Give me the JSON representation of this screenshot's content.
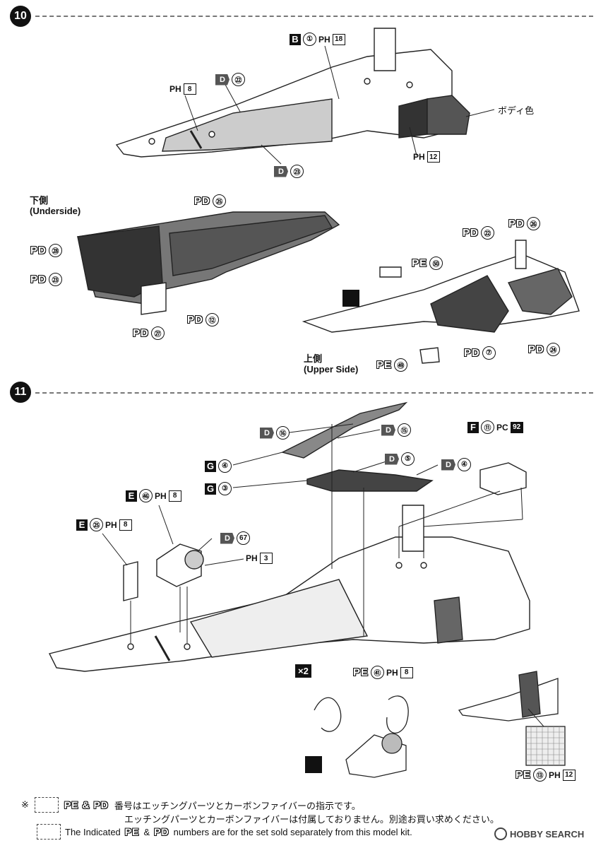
{
  "steps": {
    "step10": {
      "number": "10",
      "labels": {
        "b1": {
          "letter": "B",
          "part": "①",
          "ph": "PH",
          "ph_num": "18"
        },
        "ph8": {
          "ph": "PH",
          "num": "8"
        },
        "d22": {
          "letter": "D",
          "part": "㉒"
        },
        "d23": {
          "letter": "D",
          "part": "㉓"
        },
        "ph12": {
          "ph": "PH",
          "num": "12"
        },
        "body_color": "ボディ色"
      },
      "panel": {
        "underside_jp": "下側",
        "underside_en": "(Underside)",
        "upperside_jp": "上側",
        "upperside_en": "(Upper Side)",
        "pd25": {
          "code": "PD",
          "num": "㉕"
        },
        "pd28": {
          "code": "PD",
          "num": "㉘"
        },
        "pd23": {
          "code": "PD",
          "num": "㉓"
        },
        "pd12": {
          "code": "PD",
          "num": "⑫"
        },
        "pd27": {
          "code": "PD",
          "num": "㉗"
        },
        "pd22": {
          "code": "PD",
          "num": "㉒"
        },
        "pd26": {
          "code": "PD",
          "num": "㉖"
        },
        "pe50": {
          "code": "PE",
          "num": "㊿"
        },
        "pd7": {
          "code": "PD",
          "num": "⑦"
        },
        "pd24": {
          "code": "PD",
          "num": "㉔"
        },
        "pe49": {
          "code": "PE",
          "num": "㊾"
        }
      }
    },
    "step11": {
      "number": "11",
      "labels": {
        "d16": {
          "letter": "D",
          "part": "⑯"
        },
        "d15": {
          "letter": "D",
          "part": "⑮"
        },
        "f11": {
          "letter": "F",
          "part": "⑪",
          "pc": "PC",
          "pc_num": "92"
        },
        "g4": {
          "letter": "G",
          "part": "④"
        },
        "d5": {
          "letter": "D",
          "part": "⑤"
        },
        "d4": {
          "letter": "D",
          "part": "④"
        },
        "g3": {
          "letter": "G",
          "part": "③"
        },
        "e46": {
          "letter": "E",
          "part": "㊻",
          "ph": "PH",
          "ph_num": "8"
        },
        "e25": {
          "letter": "E",
          "part": "㉕",
          "ph": "PH",
          "ph_num": "8"
        },
        "d67": {
          "letter": "D",
          "part": "67"
        },
        "ph3": {
          "ph": "PH",
          "num": "3"
        }
      },
      "inset_left": {
        "multiplier": "×2",
        "pe41": {
          "code": "PE",
          "num": "㊶",
          "ph": "PH",
          "ph_num": "8"
        }
      },
      "inset_right": {
        "pe13": {
          "code": "PE",
          "num": "⑬",
          "ph": "PH",
          "ph_num": "12"
        }
      }
    }
  },
  "footer": {
    "asterisk": "※",
    "line1_codes": "PE & PD",
    "line1_text": "番号はエッチングパーツとカーボンファイバーの指示です。",
    "line2_text": "エッチングパーツとカーボンファイバーは付属しておりません。別途お買い求めください。",
    "line3_prefix": "The Indicated",
    "line3_codes_a": "PE",
    "line3_amp": "&",
    "line3_codes_b": "PD",
    "line3_text": "numbers are for the set sold separately from this model kit."
  },
  "watermark": "HOBBY SEARCH"
}
